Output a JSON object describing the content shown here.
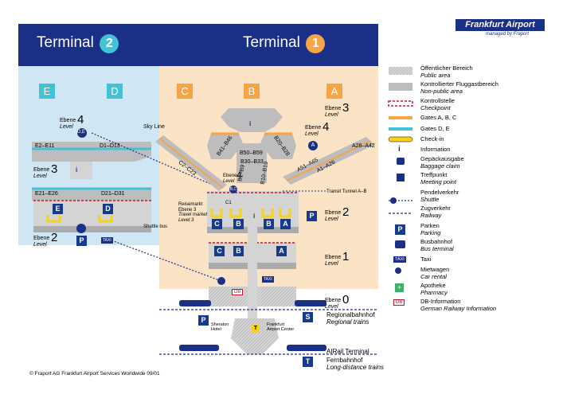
{
  "brand": {
    "name": "Frankfurt Airport",
    "sub": "managed by Fraport"
  },
  "terminals": [
    {
      "label": "Terminal",
      "num": "2"
    },
    {
      "label": "Terminal",
      "num": "1"
    }
  ],
  "piers": [
    "E",
    "D",
    "C",
    "B",
    "A"
  ],
  "gates": {
    "e2": "E2–E11",
    "d1": "D1–D13",
    "e21": "E21–E26",
    "d21": "D21–D31",
    "c2": "C2–C23",
    "b41": "B41–B46",
    "b50": "B50–B59",
    "b30": "B30–B33",
    "b20": "B20–B28",
    "b1": "B1–B9",
    "b10": "B10–B19",
    "a28": "A28–A42",
    "a51": "A51–A65",
    "a1": "A1–A26"
  },
  "labels": {
    "skyline": "Sky Line",
    "transit": "Transit Tunnel A–B",
    "shuttlebus": "Shuttle bus",
    "market1": "Reisemarkt",
    "market2": "Ebene 3",
    "market3": "Travel market",
    "market4": "Level 3",
    "sheraton1": "Sheraton",
    "sheraton2": "Hotel",
    "fac1": "Frankfurt",
    "fac2": "Airport Center",
    "airrail": "AIRail Terminal",
    "regional1": "Regionalbahnhof",
    "regional2": "Regional trains",
    "fern1": "Fernbahnhof",
    "fern2": "Long-distance trains",
    "de": "D,E",
    "bc": "B,C",
    "a": "A",
    "c1": "C1",
    "taxi": "TAXI",
    "db": "DB",
    "mini": {
      "e": "E",
      "d": "D",
      "c": "C",
      "b": "B",
      "a": "A",
      "t": "T",
      "p": "P",
      "s": "S",
      "tl": "T",
      "i": "i"
    }
  },
  "levels": {
    "word_de": "Ebene",
    "word_en": "Level",
    "l4": "4",
    "l3": "3",
    "l2": "2",
    "l1": "1",
    "l0": "0"
  },
  "legend": [
    {
      "de": "Öffentlicher Bereich",
      "en": "Public area"
    },
    {
      "de": "Kontrollierter Fluggastbereich",
      "en": "Non-public area"
    },
    {
      "de": "Kontrollstelle",
      "en": "Checkpoint"
    },
    {
      "de": "Gates A, B, C",
      "en": ""
    },
    {
      "de": "Gates D, E",
      "en": ""
    },
    {
      "de": "Check-in",
      "en": ""
    },
    {
      "de": "Information",
      "en": ""
    },
    {
      "de": "Gepäckausgabe",
      "en": "Baggage claim"
    },
    {
      "de": "Treffpunkt",
      "en": "Meeting point"
    },
    {
      "de": "Pendelverkehr",
      "en": "Shuttle"
    },
    {
      "de": "Zugverkehr",
      "en": "Railway"
    },
    {
      "de": "Parken",
      "en": "Parking"
    },
    {
      "de": "Busbahnhof",
      "en": "Bus terminal"
    },
    {
      "de": "Taxi",
      "en": ""
    },
    {
      "de": "Mietwagen",
      "en": "Car rental"
    },
    {
      "de": "Apotheke",
      "en": "Pharmacy"
    },
    {
      "de": "DB-Information",
      "en": "German Railway Information"
    }
  ],
  "footer": "© Fraport AG   Frankfurt Airport Services Worldwide   09/01",
  "colors": {
    "navy": "#1a2f86",
    "t2bg": "#cfe6f5",
    "t1bg": "#fbe3c6",
    "orange": "#f7a445",
    "cyan": "#41c2d6",
    "yellow": "#f7d21a",
    "red": "#c8142a"
  }
}
